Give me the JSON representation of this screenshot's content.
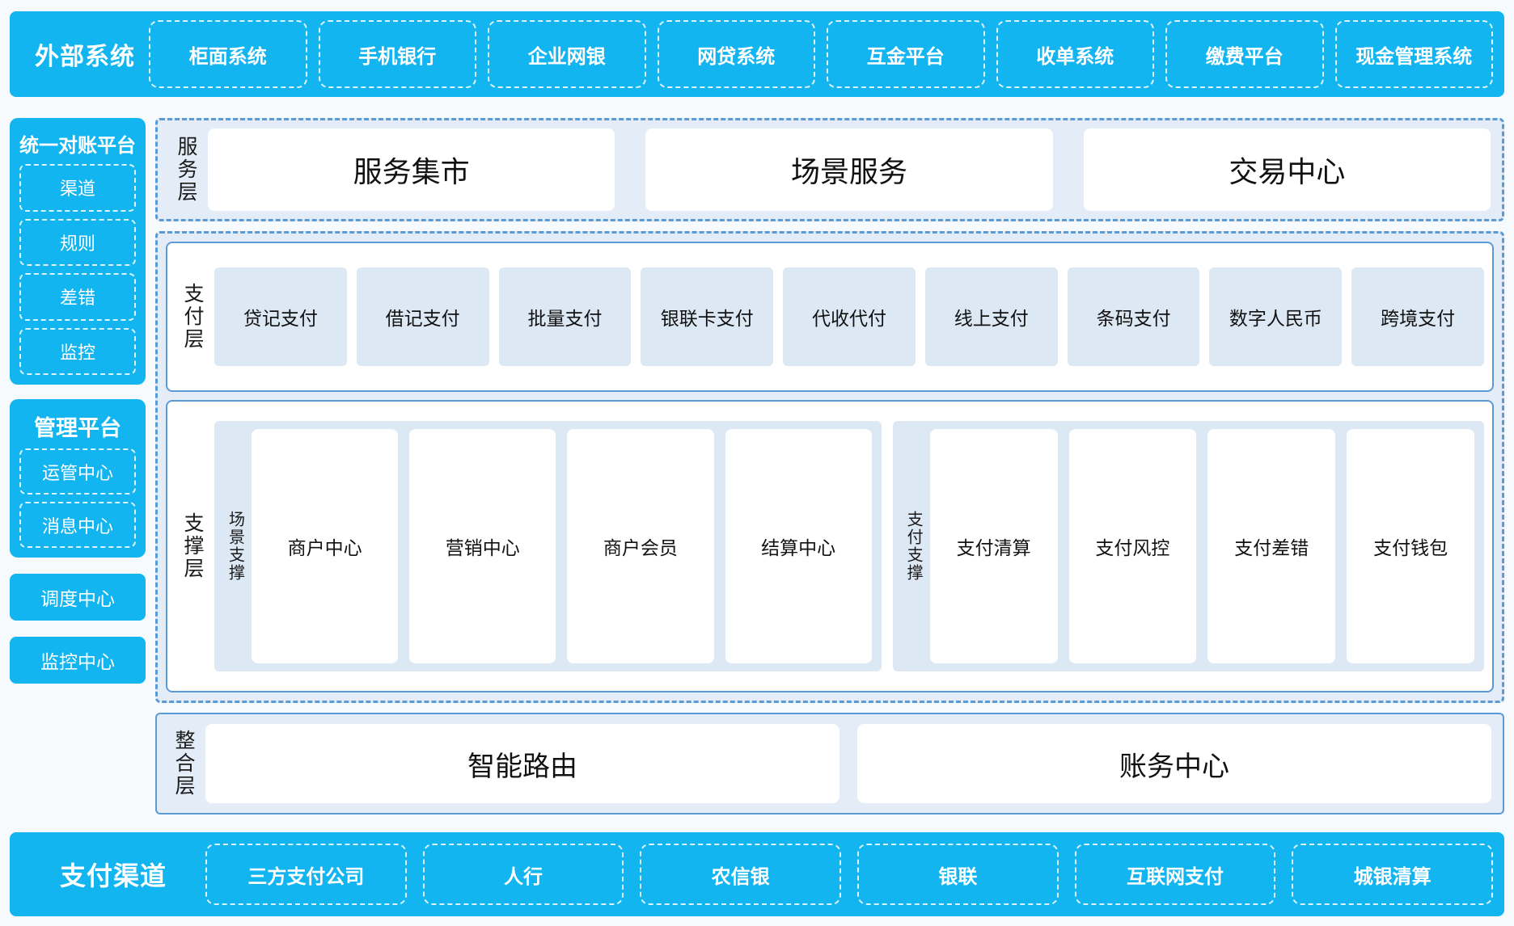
{
  "external_systems": {
    "title": "外部系统",
    "items": [
      "柜面系统",
      "手机银行",
      "企业网银",
      "网贷系统",
      "互金平台",
      "收单系统",
      "缴费平台",
      "现金管理系统"
    ]
  },
  "sidebar": {
    "reconciliation_platform": {
      "title": "统一对账平台",
      "items": [
        "渠道",
        "规则",
        "差错",
        "监控"
      ]
    },
    "management_platform": {
      "title": "管理平台",
      "items": [
        "运管中心",
        "消息中心"
      ]
    },
    "standalone": [
      "调度中心",
      "监控中心"
    ]
  },
  "service_layer": {
    "label": "服务层",
    "items": [
      "服务集市",
      "场景服务",
      "交易中心"
    ]
  },
  "payment_layer": {
    "label": "支付层",
    "items": [
      "贷记支付",
      "借记支付",
      "批量支付",
      "银联卡支付",
      "代收代付",
      "线上支付",
      "条码支付",
      "数字人民币",
      "跨境支付"
    ]
  },
  "support_layer": {
    "label": "支撑层",
    "groups": [
      {
        "label": "场景支撑",
        "items": [
          "商户中心",
          "营销中心",
          "商户会员",
          "结算中心"
        ]
      },
      {
        "label": "支付支撑",
        "items": [
          "支付清算",
          "支付风控",
          "支付差错",
          "支付钱包"
        ]
      }
    ]
  },
  "integration_layer": {
    "label": "整合层",
    "items": [
      "智能路由",
      "账务中心"
    ]
  },
  "payment_channels": {
    "title": "支付渠道",
    "items": [
      "三方支付公司",
      "人行",
      "农信银",
      "银联",
      "互联网支付",
      "城银清算"
    ]
  },
  "colors": {
    "cyan": "#13b5f0",
    "panel_blue": "#e3ecf7",
    "tile_blue": "#dde8f5",
    "border_blue": "#5b9bd5",
    "page_bg": "#f7fafd"
  }
}
